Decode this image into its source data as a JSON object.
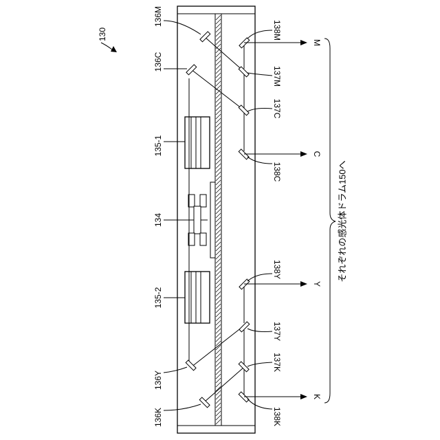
{
  "figure": {
    "ref_main": "130",
    "labels": {
      "m136M": "136M",
      "m136C": "136C",
      "m1351": "135-1",
      "m134": "134",
      "m1352": "135-2",
      "m136Y": "136Y",
      "m136K": "136K",
      "m138M": "138M",
      "m137M": "137M",
      "m137C": "137C",
      "m138C": "138C",
      "m138Y": "138Y",
      "m137Y": "137Y",
      "m137K": "137K",
      "m138K": "138K"
    },
    "outputs": {
      "M": "M",
      "C": "C",
      "Y": "Y",
      "K": "K"
    },
    "note": "それぞれの感光体ドラム150へ"
  }
}
